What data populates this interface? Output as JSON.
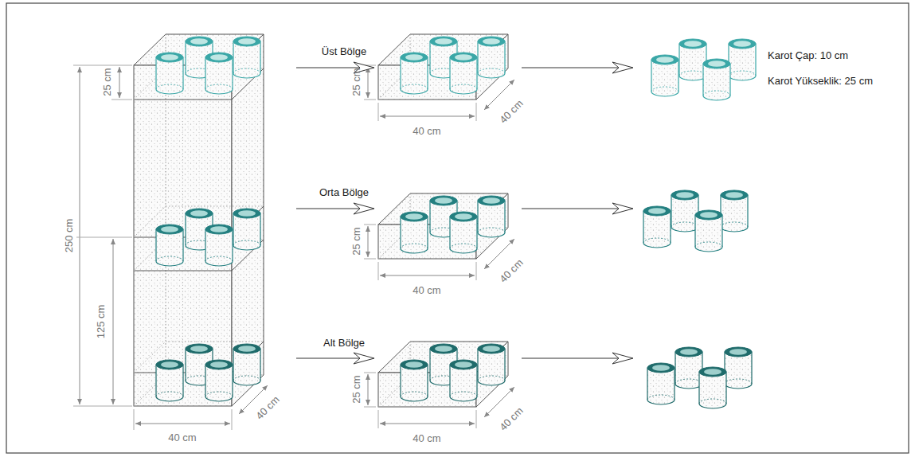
{
  "diagram": {
    "labels": [
      "25 cm",
      "250 cm",
      "125 cm",
      "40 cm",
      "40 cm",
      "Üst Bölge",
      "25 cm",
      "40 cm",
      "40 cm",
      "Karot Çap: 10 cm",
      "Karot Yükseklik: 25 cm",
      "Orta Bölge",
      "25 cm",
      "40 cm",
      "40 cm",
      "Alt Bölge",
      "25 cm",
      "40 cm",
      "40 cm"
    ]
  }
}
